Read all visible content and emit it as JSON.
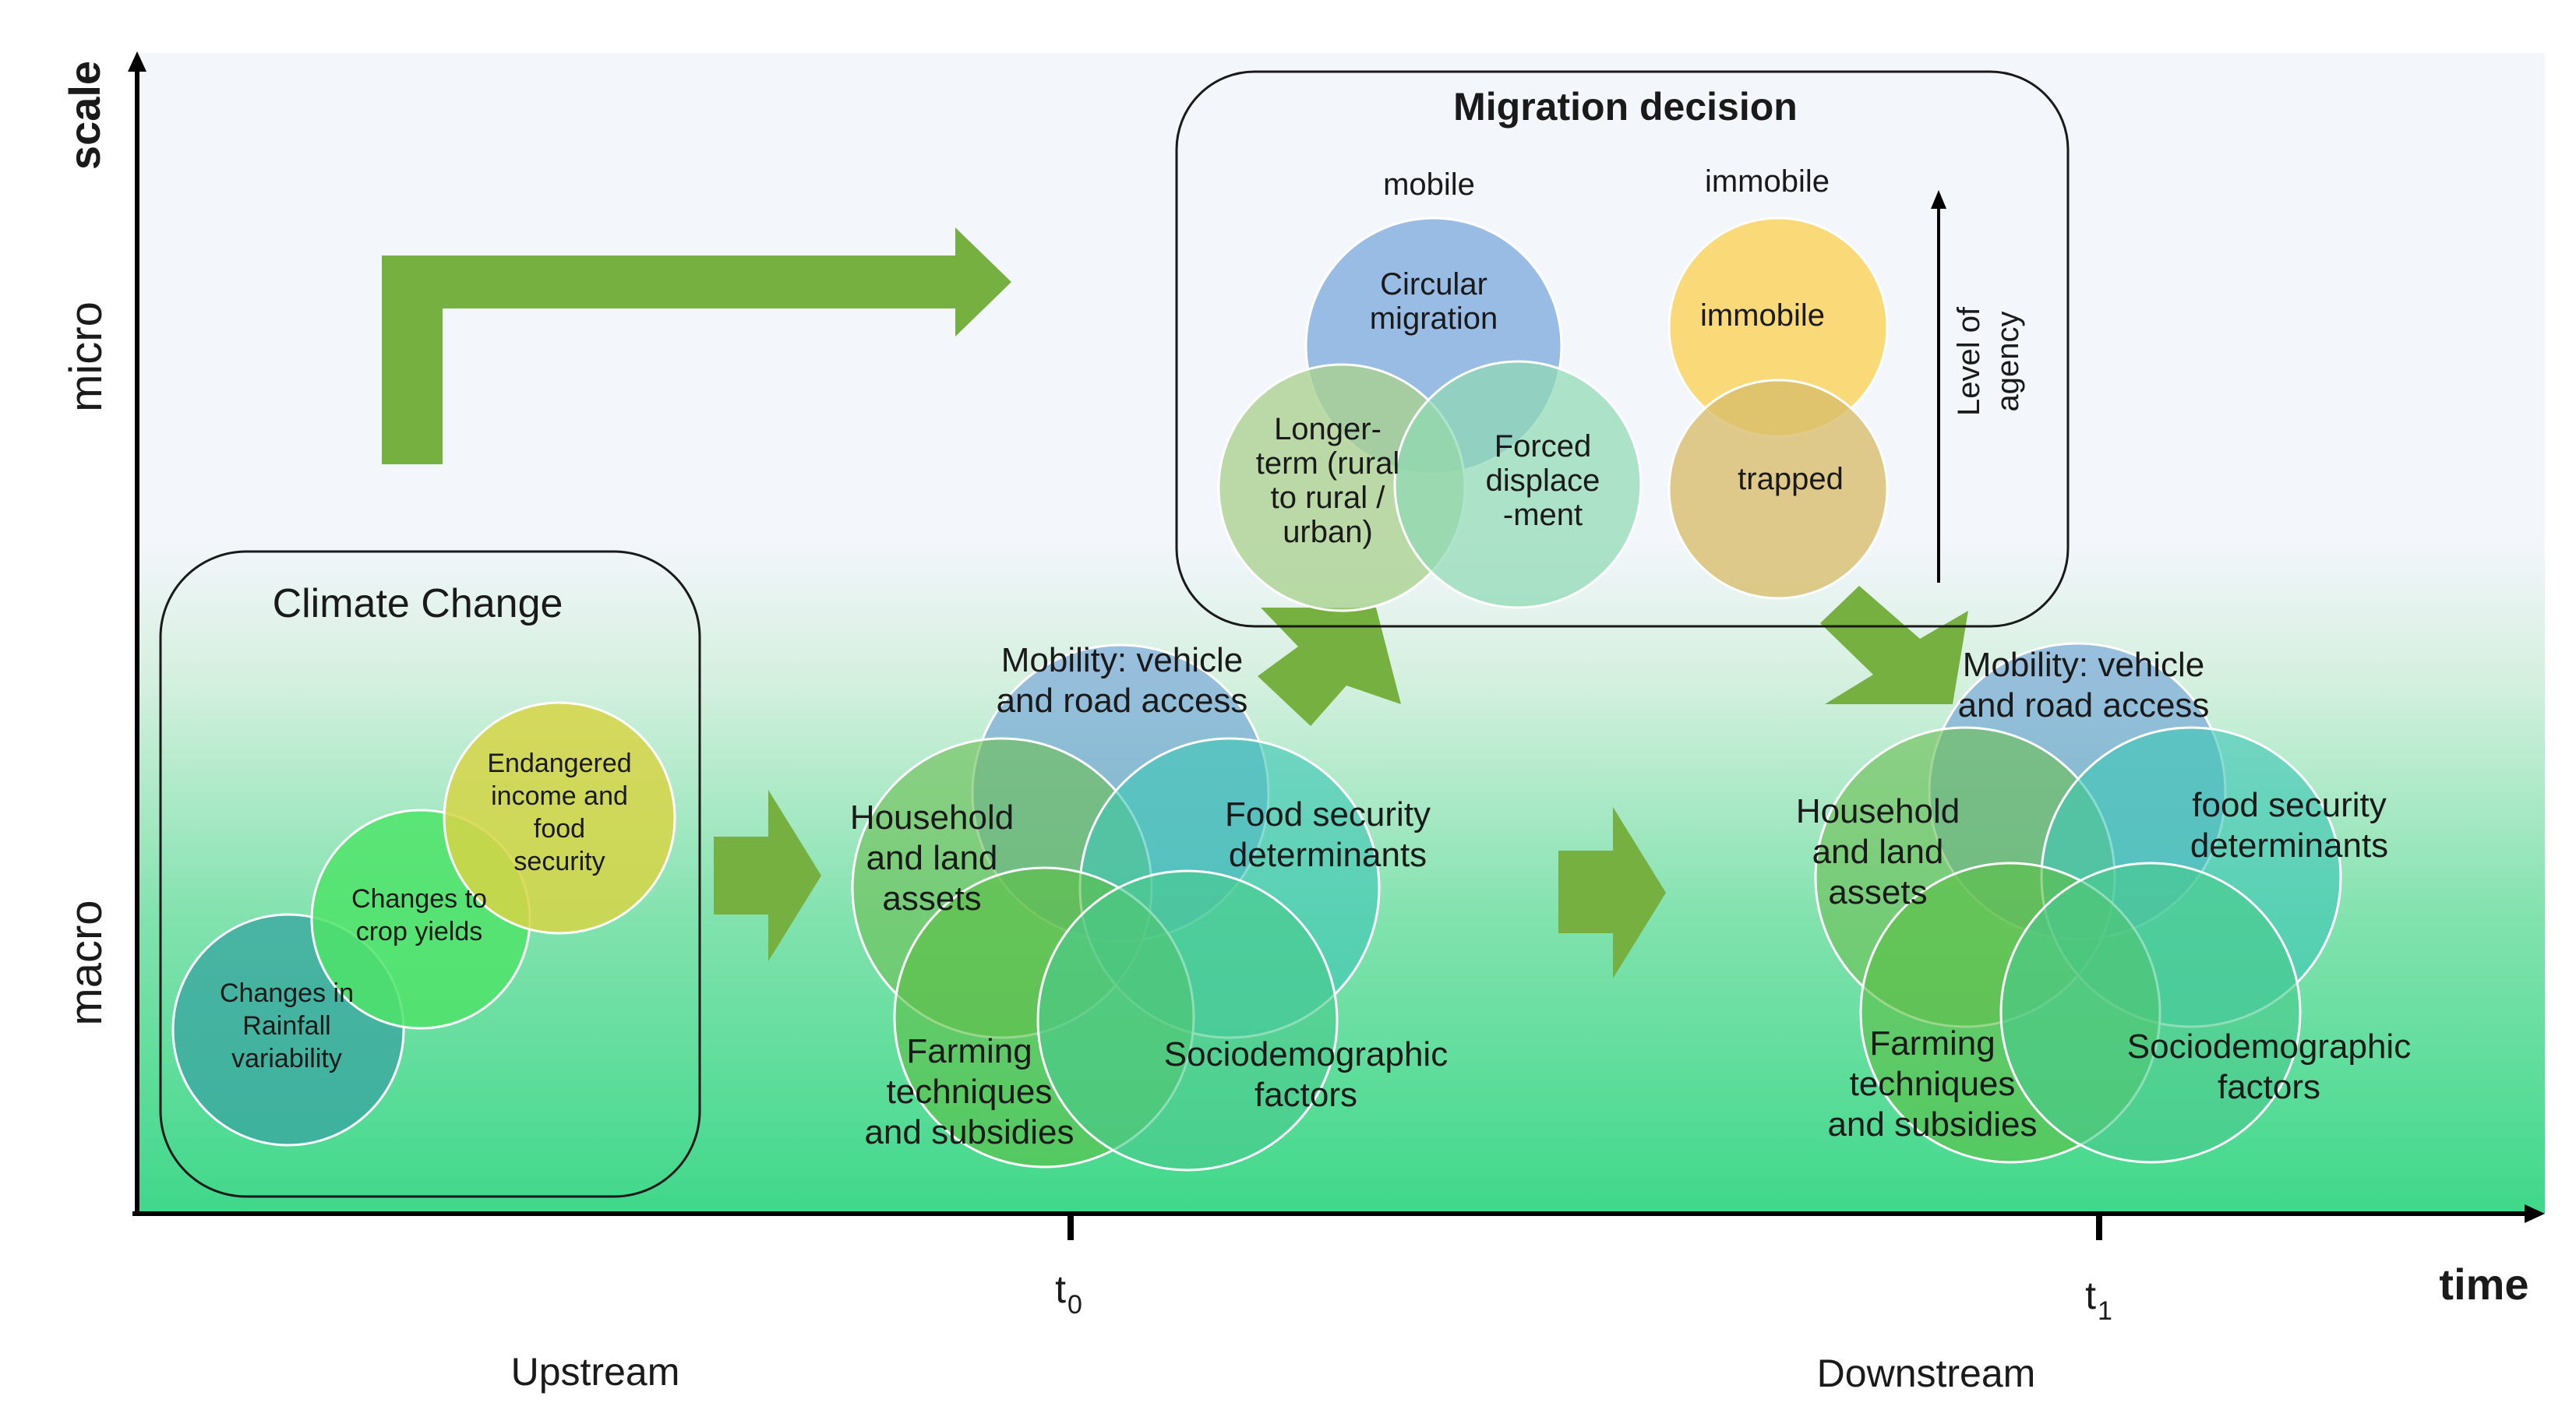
{
  "axes": {
    "y_title": "scale",
    "x_title": "time",
    "y_levels": [
      "micro",
      "macro"
    ],
    "x_ticks": [
      {
        "base": "t",
        "sub": "0"
      },
      {
        "base": "t",
        "sub": "1"
      }
    ],
    "phases": [
      "Upstream",
      "Downstream"
    ]
  },
  "climate_box": {
    "title": "Climate Change",
    "circles": [
      {
        "lines": [
          "Changes in",
          "Rainfall",
          "variability"
        ],
        "color": "#3aa6a0"
      },
      {
        "lines": [
          "Changes to",
          "crop yields"
        ],
        "color": "#4fe36a"
      },
      {
        "lines": [
          "Endangered",
          "income and",
          "food",
          "security"
        ],
        "color": "#d6d547"
      }
    ]
  },
  "cluster_t0": {
    "circles": [
      {
        "lines": [
          "Mobility: vehicle",
          "and road access"
        ],
        "color": "#6fa0d8"
      },
      {
        "lines": [
          "Household",
          "and land",
          "assets"
        ],
        "color": "#6cbf55"
      },
      {
        "lines": [
          "Food security",
          "determinants"
        ],
        "color": "#3fc7b7"
      },
      {
        "lines": [
          "Farming",
          "techniques",
          "and subsidies"
        ],
        "color": "#5bbf45"
      },
      {
        "lines": [
          "Sociodemographic",
          "factors"
        ],
        "color": "#49c98d"
      }
    ]
  },
  "cluster_t1": {
    "circles": [
      {
        "lines": [
          "Mobility: vehicle",
          "and road access"
        ],
        "color": "#6fa0d8"
      },
      {
        "lines": [
          "Household",
          "and land",
          "assets"
        ],
        "color": "#6cbf55"
      },
      {
        "lines": [
          "food security",
          "determinants"
        ],
        "color": "#3fc7b7"
      },
      {
        "lines": [
          "Farming",
          "techniques",
          "and subsidies"
        ],
        "color": "#5bbf45"
      },
      {
        "lines": [
          "Sociodemographic",
          "factors"
        ],
        "color": "#49c98d"
      }
    ]
  },
  "migration_box": {
    "title": "Migration decision",
    "mobile_label": "mobile",
    "immobile_label": "immobile",
    "agency_lines": [
      "Level of",
      "agency"
    ],
    "mobile_circles": [
      {
        "lines": [
          "Circular",
          "migration"
        ],
        "color": "#8fb6e2"
      },
      {
        "lines": [
          "Longer-",
          "term (rural",
          "to rural /",
          "urban)"
        ],
        "color": "#a9d18e"
      },
      {
        "lines": [
          "Forced",
          "displace",
          "-ment"
        ],
        "color": "#8fd9b4"
      }
    ],
    "immobile_circles": [
      {
        "lines": [
          "immobile"
        ],
        "color": "#fbd66a"
      },
      {
        "lines": [
          "trapped"
        ],
        "color": "#d8bd6a"
      }
    ]
  },
  "colors": {
    "arrow_green": "#76b041",
    "background_top": "#f3f6fb",
    "background_bottom": "#3fd88a",
    "axis": "#000000"
  }
}
